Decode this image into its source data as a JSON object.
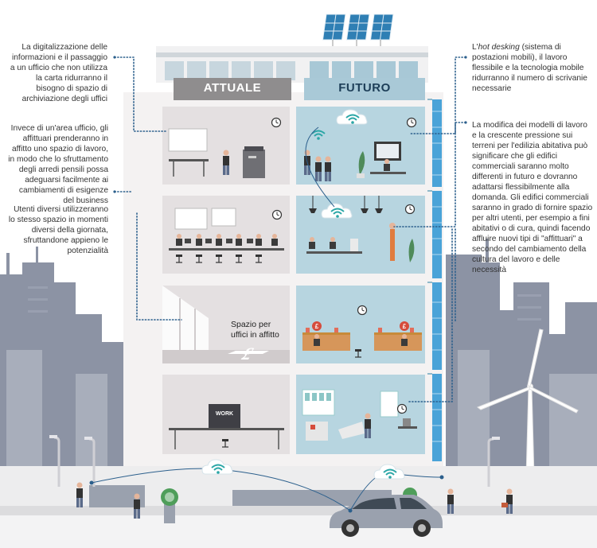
{
  "tabs": {
    "current": "ATTUALE",
    "future": "FUTURO"
  },
  "callouts": {
    "digitization": "La digitalizzazione delle informazioni e il passaggio a un ufficio che non utilizza la carta ridurranno il bisogno di spazio di archiviazione degli uffici",
    "rent_workspace": "Invece di un'area ufficio, gli affittuari prenderanno in affitto uno spazio di lavoro, in modo che lo sfruttamento degli arredi pensili possa adeguarsi facilmente ai cambiamenti di esigenze del business",
    "shared_users": "Utenti diversi utilizzeranno lo stesso spazio in momenti diversi della giornata, sfruttandone appieno le potenzialità",
    "hot_desking_em": "hot desking",
    "hot_desking_pre": "L'",
    "hot_desking_post": " (sistema di postazioni mobili), il lavoro flessibile e la tecnologia mobile ridurranno il numero di scrivanie necessarie",
    "buildings_change": "La modifica dei modelli di lavoro e la crescente pressione sui terreni per l'edilizia abitativa può significare che gli edifici commerciali saranno molto differenti in futuro e dovranno adattarsi flessibilmente alla domanda. Gli edifici commerciali saranno in grado di fornire spazio per altri utenti, per esempio a fini abitativi o di cura, quindi facendo affluire nuovi tipi di \"affittuari\" a secondo del cambiamento della cultura del lavoro e delle necessità"
  },
  "floor_labels": {
    "rent_space_line1": "Spazio per",
    "rent_space_line2": "uffici in affitto",
    "work_sign": "WORK"
  },
  "colors": {
    "current_floor": "#e4e0e1",
    "future_floor": "#b7d5e0",
    "current_tab": "#8f8d8e",
    "future_tab": "#a9c9d7",
    "building_frame": "#f4f2f2",
    "city_gray": "#8c93a4",
    "accent_teal": "#2c7fa0",
    "dotted_line": "#2b5f8c",
    "wifi_cloud": "#2aa6a6"
  },
  "icons": [
    "wifi-icon",
    "cloud-icon",
    "clock-icon",
    "solar-panel-icon",
    "wind-turbine-icon",
    "car-icon",
    "pound-sign-icon"
  ]
}
